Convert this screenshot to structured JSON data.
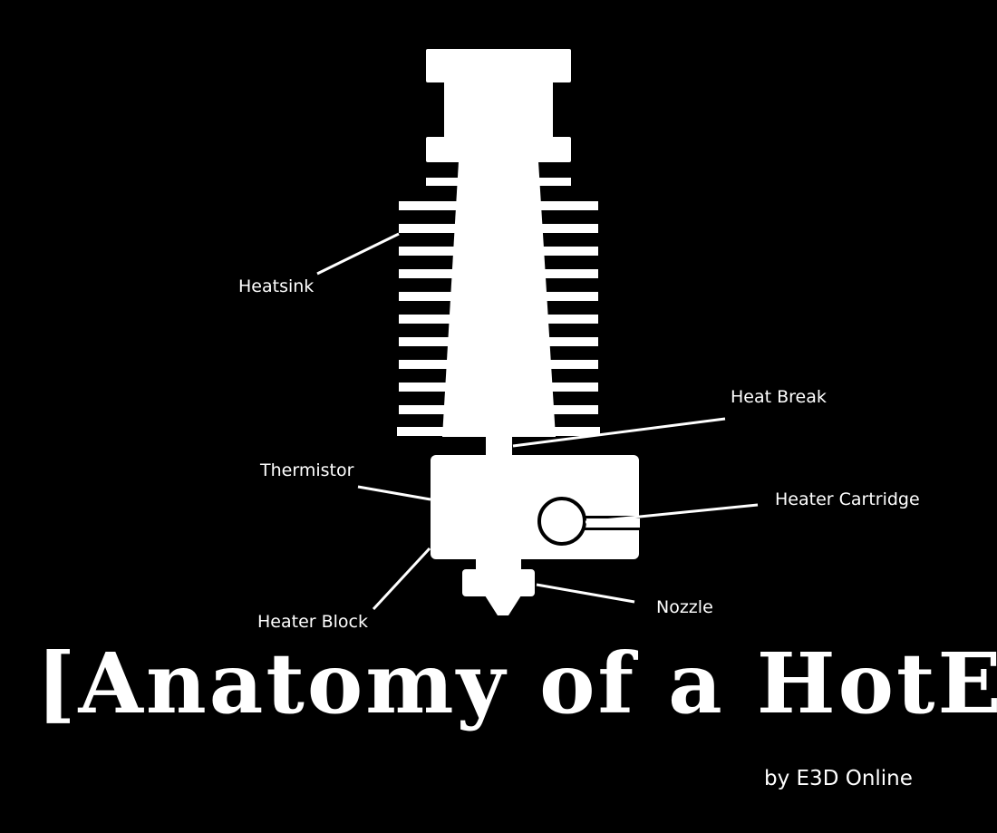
{
  "colors": {
    "background": "#000000",
    "foreground": "#ffffff"
  },
  "labels": {
    "heatsink": "Heatsink",
    "heat_break": "Heat Break",
    "thermistor": "Thermistor",
    "heater_cartridge": "Heater Cartridge",
    "nozzle": "Nozzle",
    "heater_block": "Heater Block"
  },
  "title": "[Anatomy of a HotEnd]",
  "byline": "by E3D Online"
}
